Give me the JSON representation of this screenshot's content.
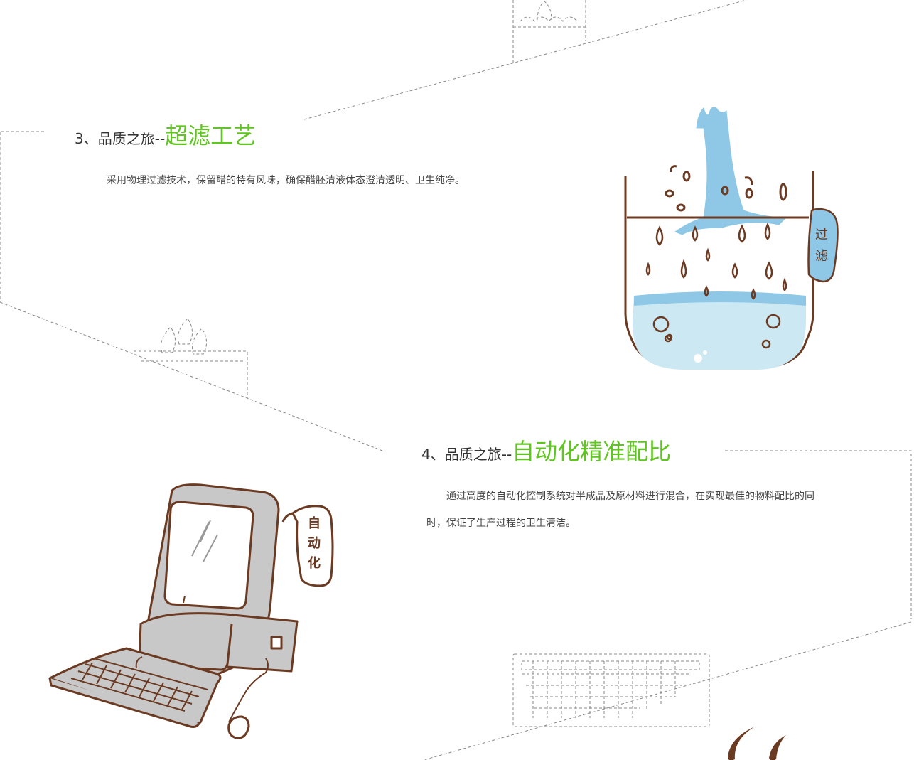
{
  "theme": {
    "accent": "#5fc51f",
    "ink": "#6b3a22",
    "water": "#8ec8e6",
    "water_light": "#cce8f2",
    "line": "#888888"
  },
  "sections": [
    {
      "prefix": "3、品质之旅--",
      "highlight": "超滤工艺",
      "body": "采用物理过滤技术，保留醋的特有风味，确保醋胚清液体态澄清透明、卫生纯净。",
      "illustration": {
        "icon": "filter-beaker-icon",
        "tag": "过滤"
      }
    },
    {
      "prefix": "4、品质之旅--",
      "highlight": "自动化精准配比",
      "body": "通过高度的自动化控制系统对半成品及原材料进行混合，在实现最佳的物料配比的同时，保证了生产过程的卫生清洁。",
      "illustration": {
        "icon": "computer-icon",
        "tag": "自动化"
      }
    }
  ]
}
